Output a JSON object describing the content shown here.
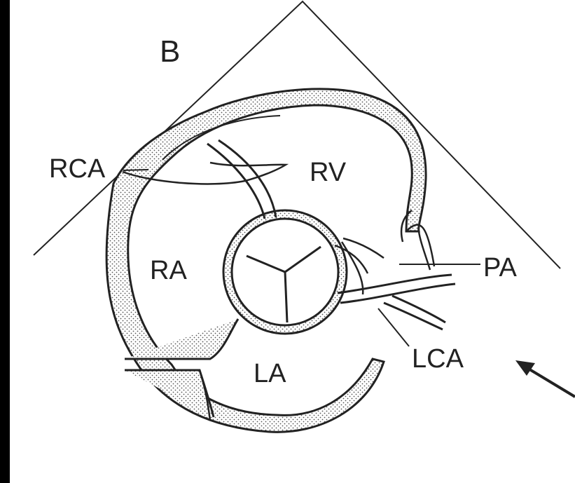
{
  "figure": {
    "panel_letter": "B",
    "labels": {
      "rca": "RCA",
      "rv": "RV",
      "ra": "RA",
      "la": "LA",
      "pa": "PA",
      "lca": "LCA"
    }
  },
  "colors": {
    "background": "#000000",
    "page": "#ffffff",
    "ink": "#222222",
    "stipple": "#555555"
  }
}
